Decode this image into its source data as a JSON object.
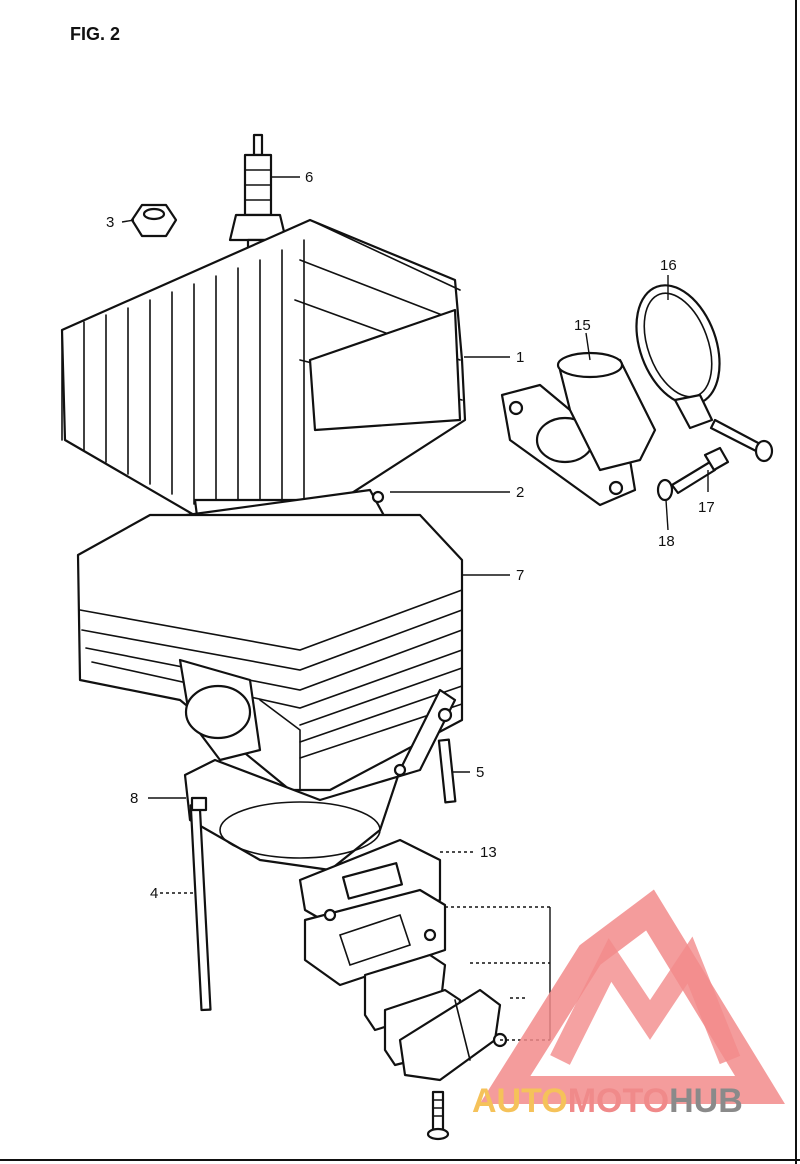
{
  "figure_label": "FIG. 2",
  "parts": [
    {
      "no": "1"
    },
    {
      "no": "2"
    },
    {
      "no": "3"
    },
    {
      "no": "4"
    },
    {
      "no": "5"
    },
    {
      "no": "6"
    },
    {
      "no": "7"
    },
    {
      "no": "8"
    },
    {
      "no": "13"
    },
    {
      "no": "15"
    },
    {
      "no": "16"
    },
    {
      "no": "17"
    },
    {
      "no": "18"
    }
  ],
  "watermark": {
    "text_auto": "AUTO",
    "text_moto": "MOTO",
    "text_hub": "HUB",
    "colors": {
      "triangle": "#f28b8b",
      "auto": "#f5c25a",
      "moto": "#f08a8a",
      "hub": "#8a8a8a"
    }
  }
}
